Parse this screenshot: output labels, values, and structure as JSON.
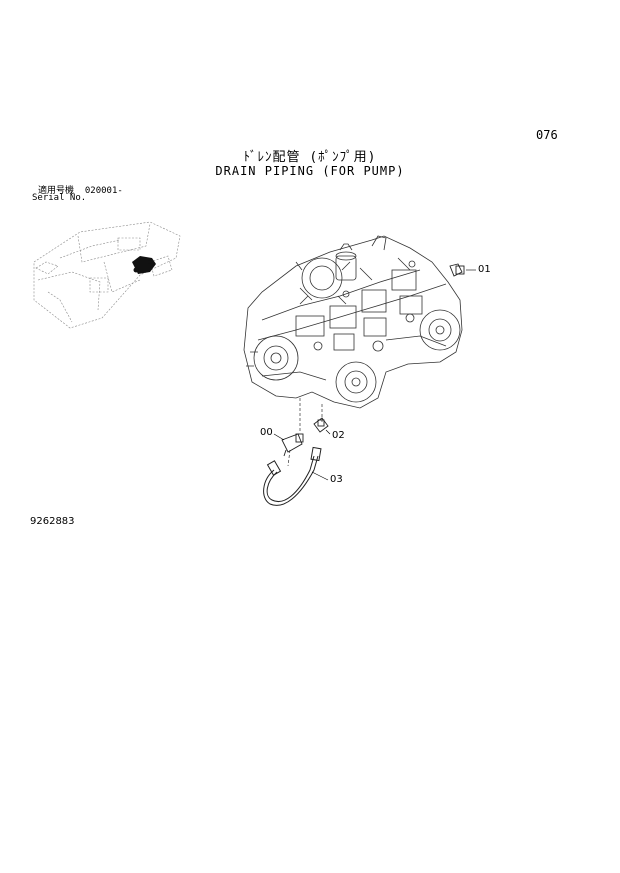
{
  "page_number": "076",
  "title_japanese": "ﾄﾞﾚﾝ配管 (ﾎﾟﾝﾌﾟ用)",
  "title_english": "DRAIN PIPING (FOR PUMP)",
  "serial_label_japanese": "適用号機",
  "serial_value": "020001-",
  "serial_label_english": "Serial No.",
  "drawing_number": "9262883",
  "callouts": [
    {
      "id": "01",
      "label": "01"
    },
    {
      "id": "00",
      "label": "00"
    },
    {
      "id": "02",
      "label": "02"
    },
    {
      "id": "03",
      "label": "03"
    }
  ]
}
